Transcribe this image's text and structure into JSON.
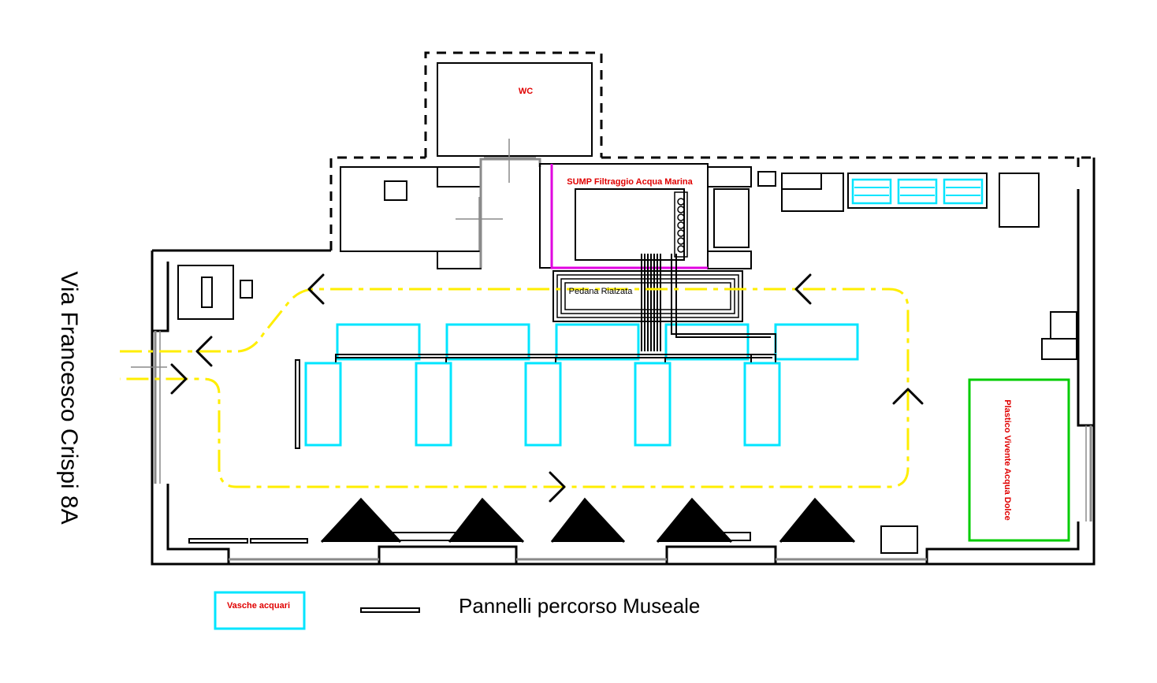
{
  "plan": {
    "street": "Via Francesco Crispi 8A",
    "rooms": {
      "wc": "WC",
      "sump": "SUMP Filtraggio Acqua Marina",
      "pedana": "Pedana Rialzata",
      "plastico": "Plastico Vivente Acqua Dolce"
    }
  },
  "legend": {
    "tanks": "Vasche acquari",
    "panels": "Pannelli percorso Museale"
  },
  "colors": {
    "tank": "#00e5ff",
    "path": "#ffee00",
    "sump_outline": "#e000e0",
    "plastico_outline": "#00cc00",
    "label_red": "#e00000",
    "walls": "#000000",
    "doors": "#8a8a8a"
  },
  "icons": {
    "path_arrow": "chevron-icon"
  }
}
